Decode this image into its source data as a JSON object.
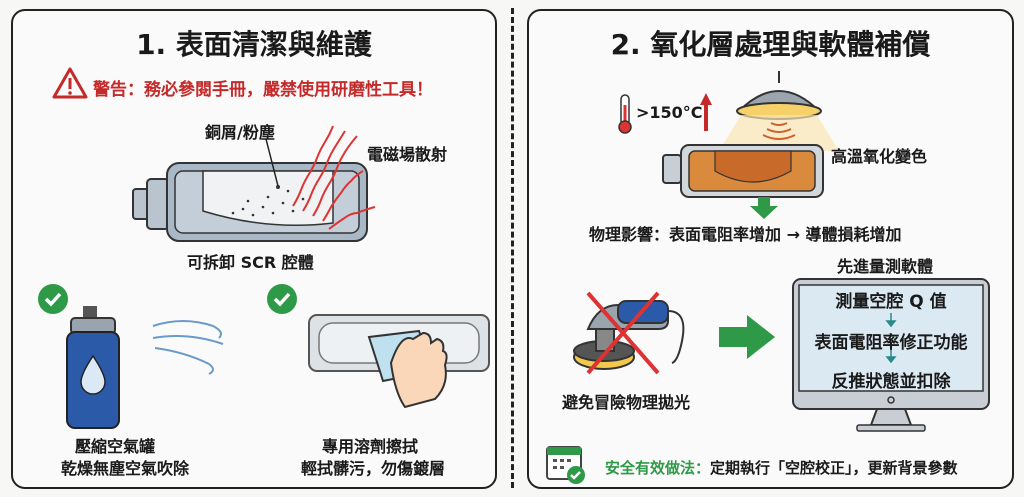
{
  "panel1": {
    "title": "1. 表面清潔與維護",
    "warning": "警告：務必參閱手冊，嚴禁使用研磨性工具！",
    "debris_label": "銅屑/粉塵",
    "em_label": "電磁場散射",
    "cavity_label": "可拆卸 SCR 腔體",
    "method1": {
      "line1": "壓縮空氣罐",
      "line2": "乾燥無塵空氣吹除"
    },
    "method2": {
      "line1": "專用溶劑擦拭",
      "line2": "輕拭髒污，勿傷鍍層"
    }
  },
  "panel2": {
    "title": "2. 氧化層處理與軟體補償",
    "temperature": ">150°C",
    "oxidation_label": "高溫氧化變色",
    "effect": "物理影響：表面電阻率增加 → 導體損耗增加",
    "avoid_label": "避免冒險物理拋光",
    "software_title": "先進量測軟體",
    "steps": [
      "測量空腔 Q 值",
      "表面電阻率修正功能",
      "反推狀態並扣除"
    ],
    "tip_prefix": "安全有效做法：",
    "tip_text": "定期執行「空腔校正」，更新背景參數"
  },
  "colors": {
    "red": "#c42a2a",
    "green": "#2e9a48",
    "blue": "#2a5aa8"
  }
}
